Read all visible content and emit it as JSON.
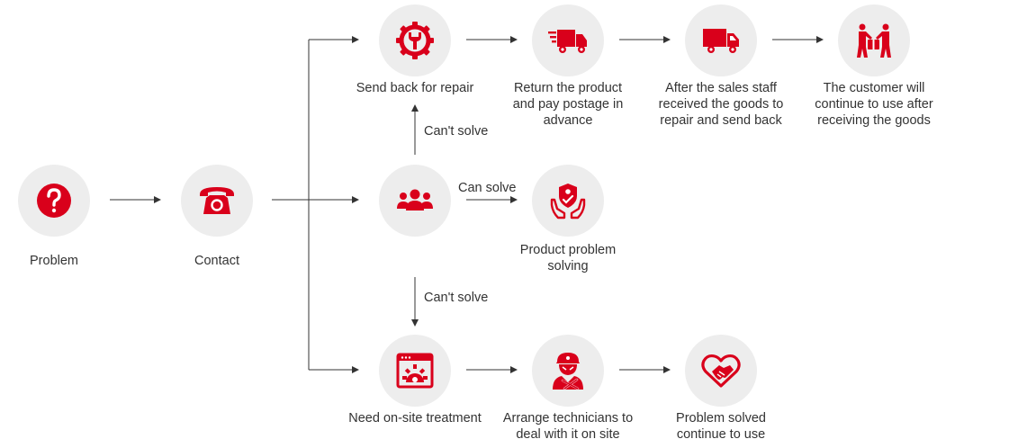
{
  "colors": {
    "accent": "#d9001b",
    "circle_bg": "#ededed",
    "arrow": "#333333",
    "text": "#333333"
  },
  "nodes": {
    "problem": {
      "label": "Problem",
      "icon": "question-icon"
    },
    "contact": {
      "label": "Contact",
      "icon": "telephone-icon"
    },
    "team": {
      "label": "",
      "icon": "team-icon"
    },
    "send_back": {
      "label": "Send back for repair",
      "icon": "gear-wrench-icon"
    },
    "return_product": {
      "label": "Return the product and pay postage in advance",
      "icon": "fast-truck-icon"
    },
    "sales_staff": {
      "label": "After the sales staff received the goods to repair and send back",
      "icon": "truck-icon"
    },
    "customer": {
      "label": "The customer will continue to use after receiving the goods",
      "icon": "handover-icon"
    },
    "product_solved": {
      "label": "Product problem solving",
      "icon": "shield-hands-icon"
    },
    "onsite": {
      "label": "Need on-site treatment",
      "icon": "browser-gear-icon"
    },
    "technician": {
      "label": "Arrange technicians to deal with it on site",
      "icon": "technician-icon"
    },
    "problem_solved": {
      "label": "Problem solved continue to use",
      "icon": "handshake-heart-icon"
    }
  },
  "edge_labels": {
    "cant_solve_up": "Can't solve",
    "can_solve": "Can solve",
    "cant_solve_down": "Can't solve"
  }
}
